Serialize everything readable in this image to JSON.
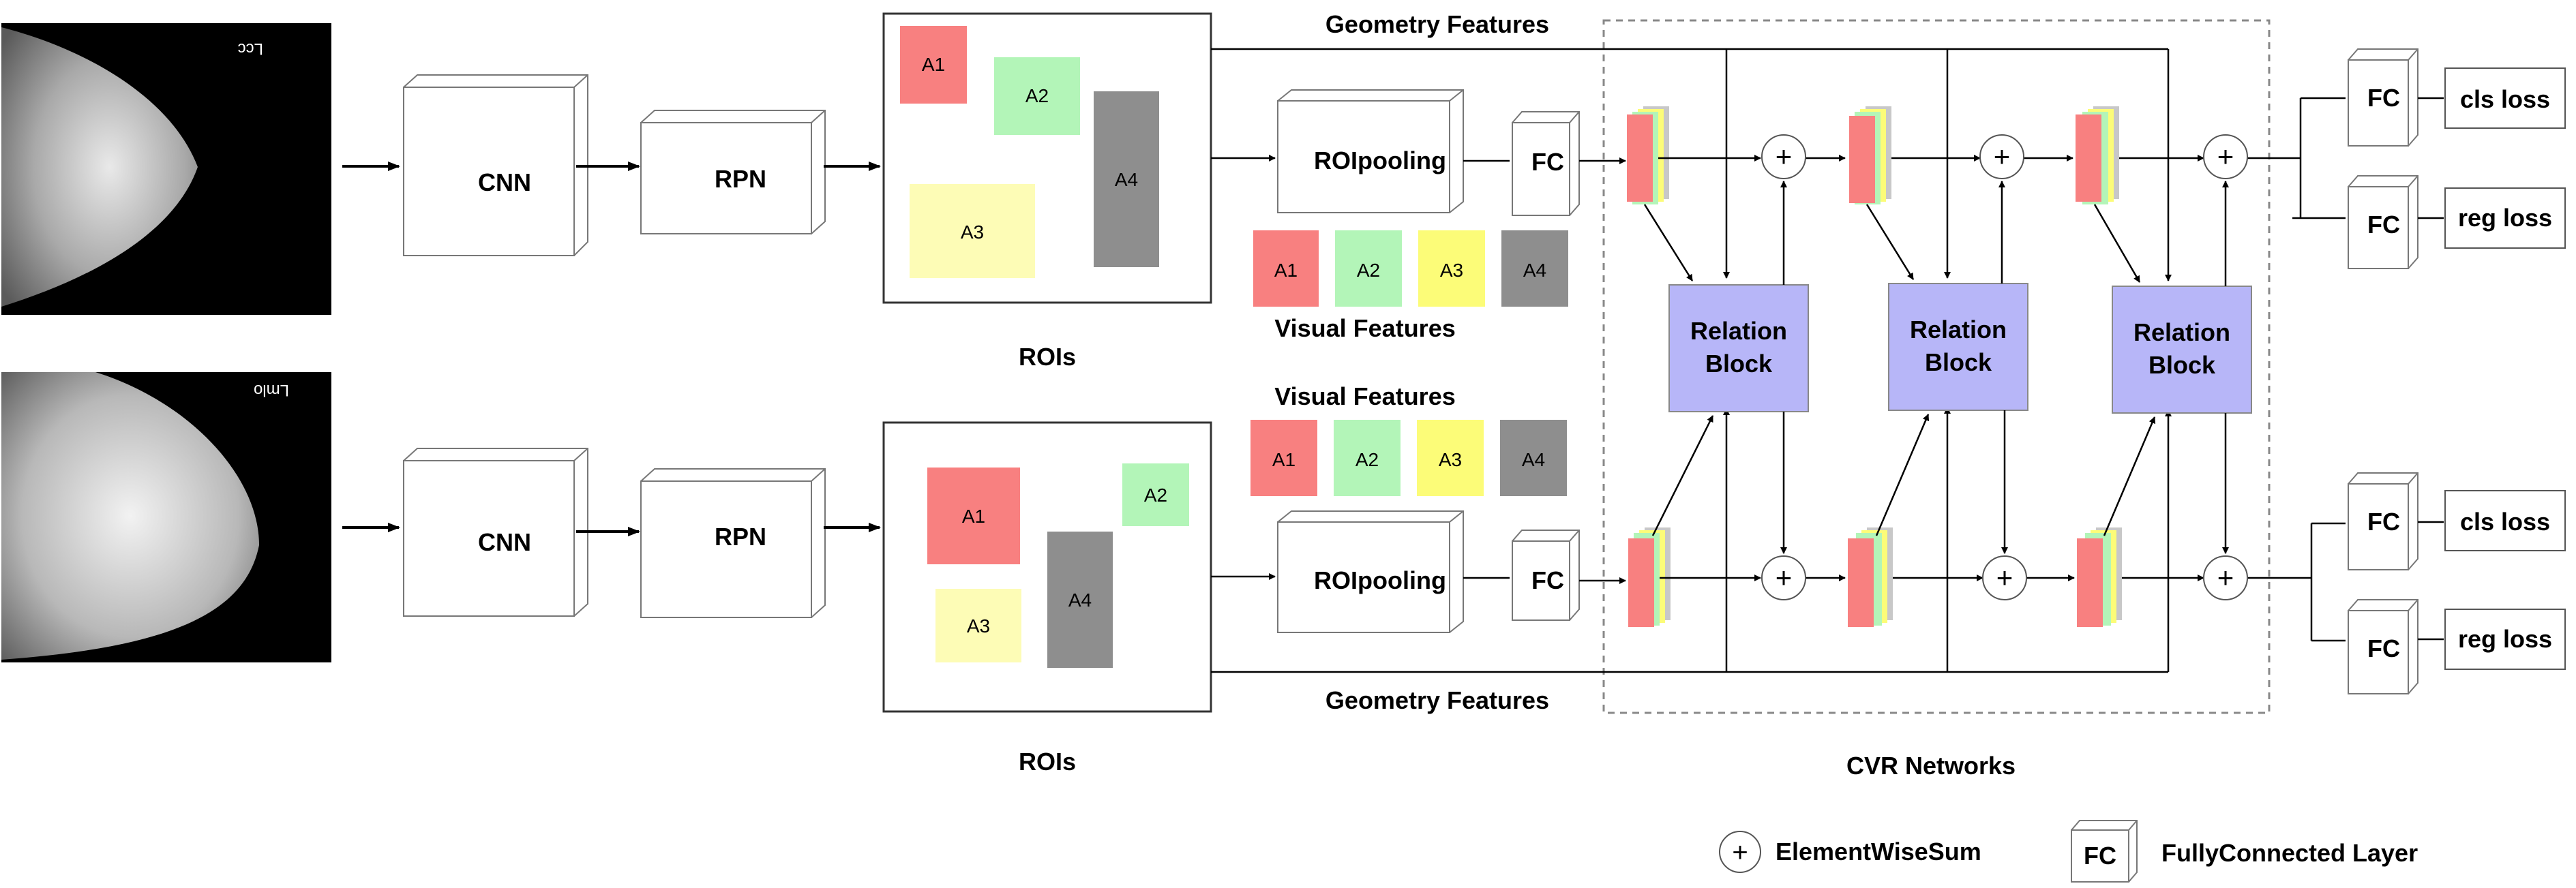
{
  "labels": {
    "cnn": "CNN",
    "rpn": "RPN",
    "roi_pooling": "ROIpooling",
    "fc": "FC",
    "rois": "ROIs",
    "geometry_features": "Geometry Features",
    "visual_features": "Visual Features",
    "relation_block_line1": "Relation",
    "relation_block_line2": "Block",
    "cls_loss": "cls loss",
    "reg_loss": "reg loss",
    "cvr_networks": "CVR Networks",
    "plus": "+"
  },
  "regions": {
    "top": [
      {
        "id": "A1",
        "color": "#f88080"
      },
      {
        "id": "A2",
        "color": "#b3f5b8"
      },
      {
        "id": "A3",
        "color": "#fdfcb6"
      },
      {
        "id": "A4",
        "color": "#8e8e8e"
      }
    ],
    "bottom": [
      {
        "id": "A1",
        "color": "#f88080"
      },
      {
        "id": "A2",
        "color": "#b3f5b8"
      },
      {
        "id": "A3",
        "color": "#fdfcb6"
      },
      {
        "id": "A4",
        "color": "#8e8e8e"
      }
    ]
  },
  "visual_feature_swatches": [
    {
      "id": "A1",
      "color": "#f88080"
    },
    {
      "id": "A2",
      "color": "#b3f5b8"
    },
    {
      "id": "A3",
      "color": "#fcfc78"
    },
    {
      "id": "A4",
      "color": "#8e8e8e"
    }
  ],
  "mammograms": {
    "top_label": "Lcc",
    "bottom_label": "Lmlo"
  },
  "legend": {
    "sum_label": "ElementWiseSum",
    "fc_symbol": "FC",
    "fc_label": "FullyConnected Layer"
  },
  "colors": {
    "relation_block": "#b7b6f8",
    "feature_red": "#f88080",
    "feature_green": "#b3f5b8",
    "feature_yellow": "#fcfc78",
    "feature_gray": "#c8c8c8"
  }
}
